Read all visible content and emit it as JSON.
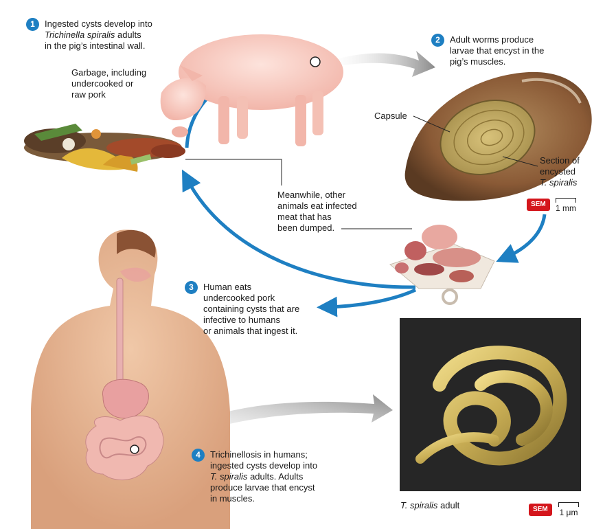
{
  "steps": [
    {
      "num": "1",
      "italic": "Trichinella spiralis",
      "pre": "Ingested cysts develop into",
      "post": "adults\nin the pig’s intestinal wall."
    },
    {
      "num": "2",
      "text": "Adult worms produce\nlarvae that encyst in the\npig’s muscles."
    },
    {
      "num": "3",
      "text": "Human eats\nundercooked pork\ncontaining cysts that are\ninfective to humans\nor animals that ingest it."
    },
    {
      "num": "4",
      "pre": "Trichinellosis in humans;\ningested cysts develop into",
      "italic": "T. spiralis",
      "post": "adults. Adults\nproduce larvae that encyst\nin muscles."
    }
  ],
  "labels": {
    "garbage": "Garbage, including\nundercooked or\nraw pork",
    "capsule": "Capsule",
    "section_pre": "Section of\nencysted",
    "section_italic": "T. spiralis",
    "meanwhile": "Meanwhile, other\nanimals eat infected\nmeat that has\nbeen dumped.",
    "adult_italic": "T. spiralis",
    "adult_post": "adult"
  },
  "scale": {
    "sem_label": "SEM",
    "cyst_scale": "1 mm",
    "worm_scale": "1 μm"
  },
  "colors": {
    "badge": "#1e7fc2",
    "arrow_blue": "#1e7fc2",
    "sem_badge": "#d4161c"
  }
}
